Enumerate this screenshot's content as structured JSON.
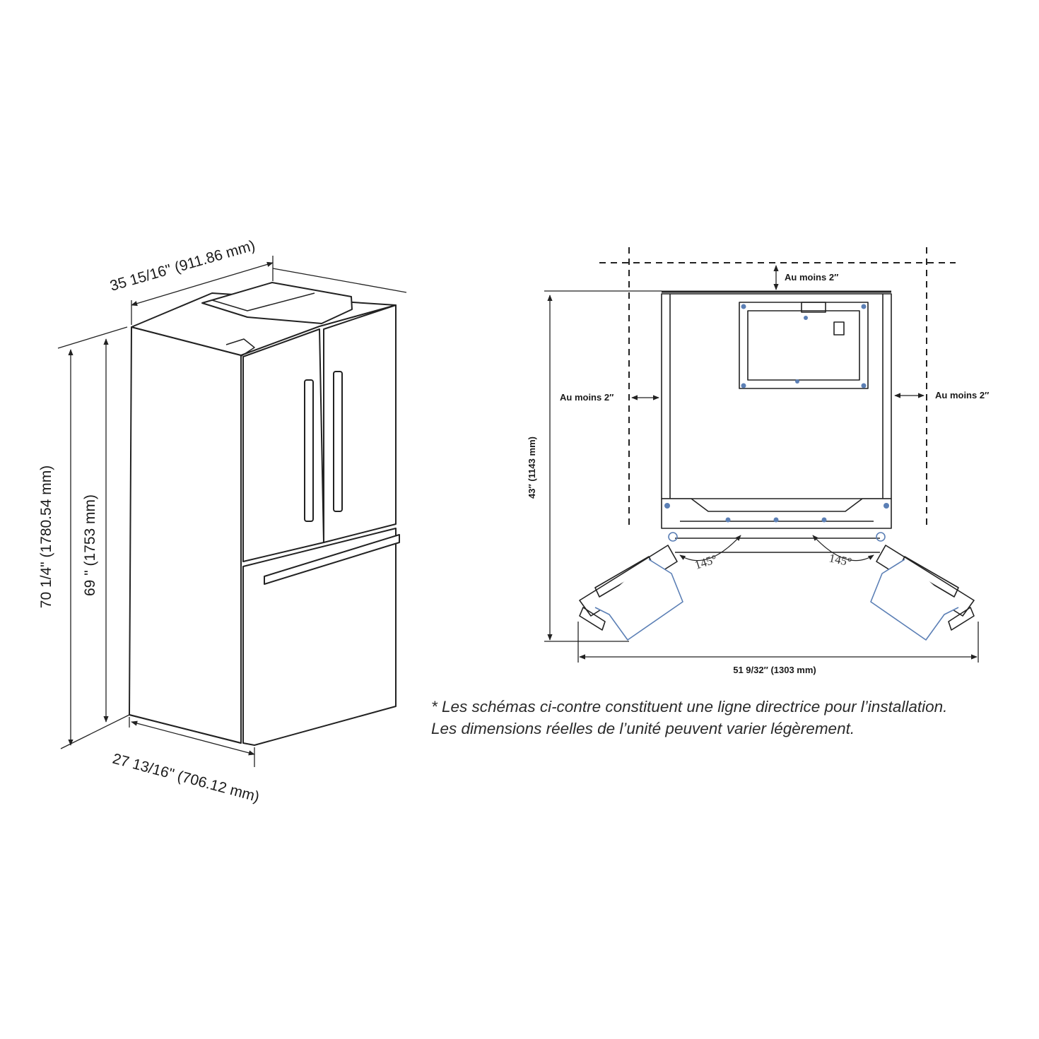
{
  "fridge_iso": {
    "width_label": "35 15/16\" (911.86 mm)",
    "depth_label": "27 13/16\" (706.12 mm)",
    "total_height_label": "70 1/4\" (1780.54 mm)",
    "cabinet_height_label": "69 \" (1753 mm)"
  },
  "top_view": {
    "clearance_top": "Au moins 2″",
    "clearance_left": "Au moins 2″",
    "clearance_right": "Au moins 2″",
    "depth_open_label": "43″ (1143 mm)",
    "width_open_label": "51 9/32″ (1303 mm)",
    "angle_left": "145°",
    "angle_right": "145°"
  },
  "note": {
    "line1": "* Les schémas ci-contre constituent une ligne directrice pour l’installation.",
    "line2": "Les dimensions réelles de l’unité peuvent varier légèrement."
  },
  "colors": {
    "line": "#222222",
    "accent": "#5b7fb5"
  }
}
